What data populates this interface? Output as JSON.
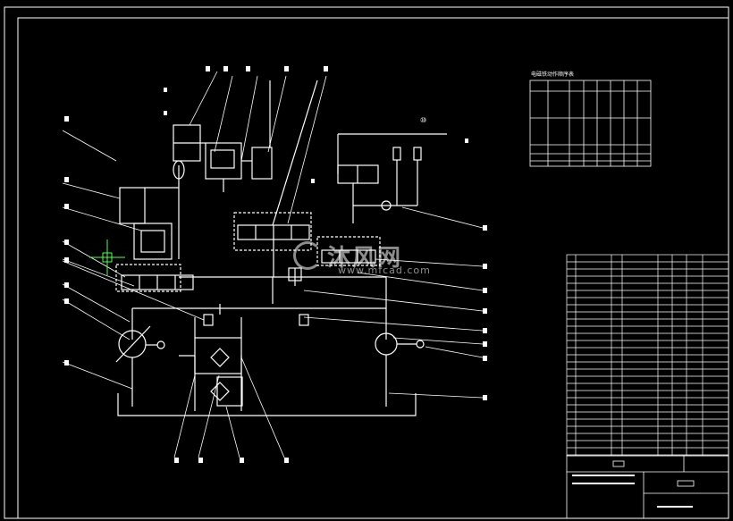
{
  "drawing": {
    "colors": {
      "background": "#000000",
      "lines": "#ffffff",
      "accent": "#55ff55"
    }
  },
  "watermark": {
    "text": "沐风网",
    "url": "www.mfcad.com"
  },
  "labels": {
    "note_top": "⑩",
    "table_title": "电磁铁动作顺序表"
  }
}
